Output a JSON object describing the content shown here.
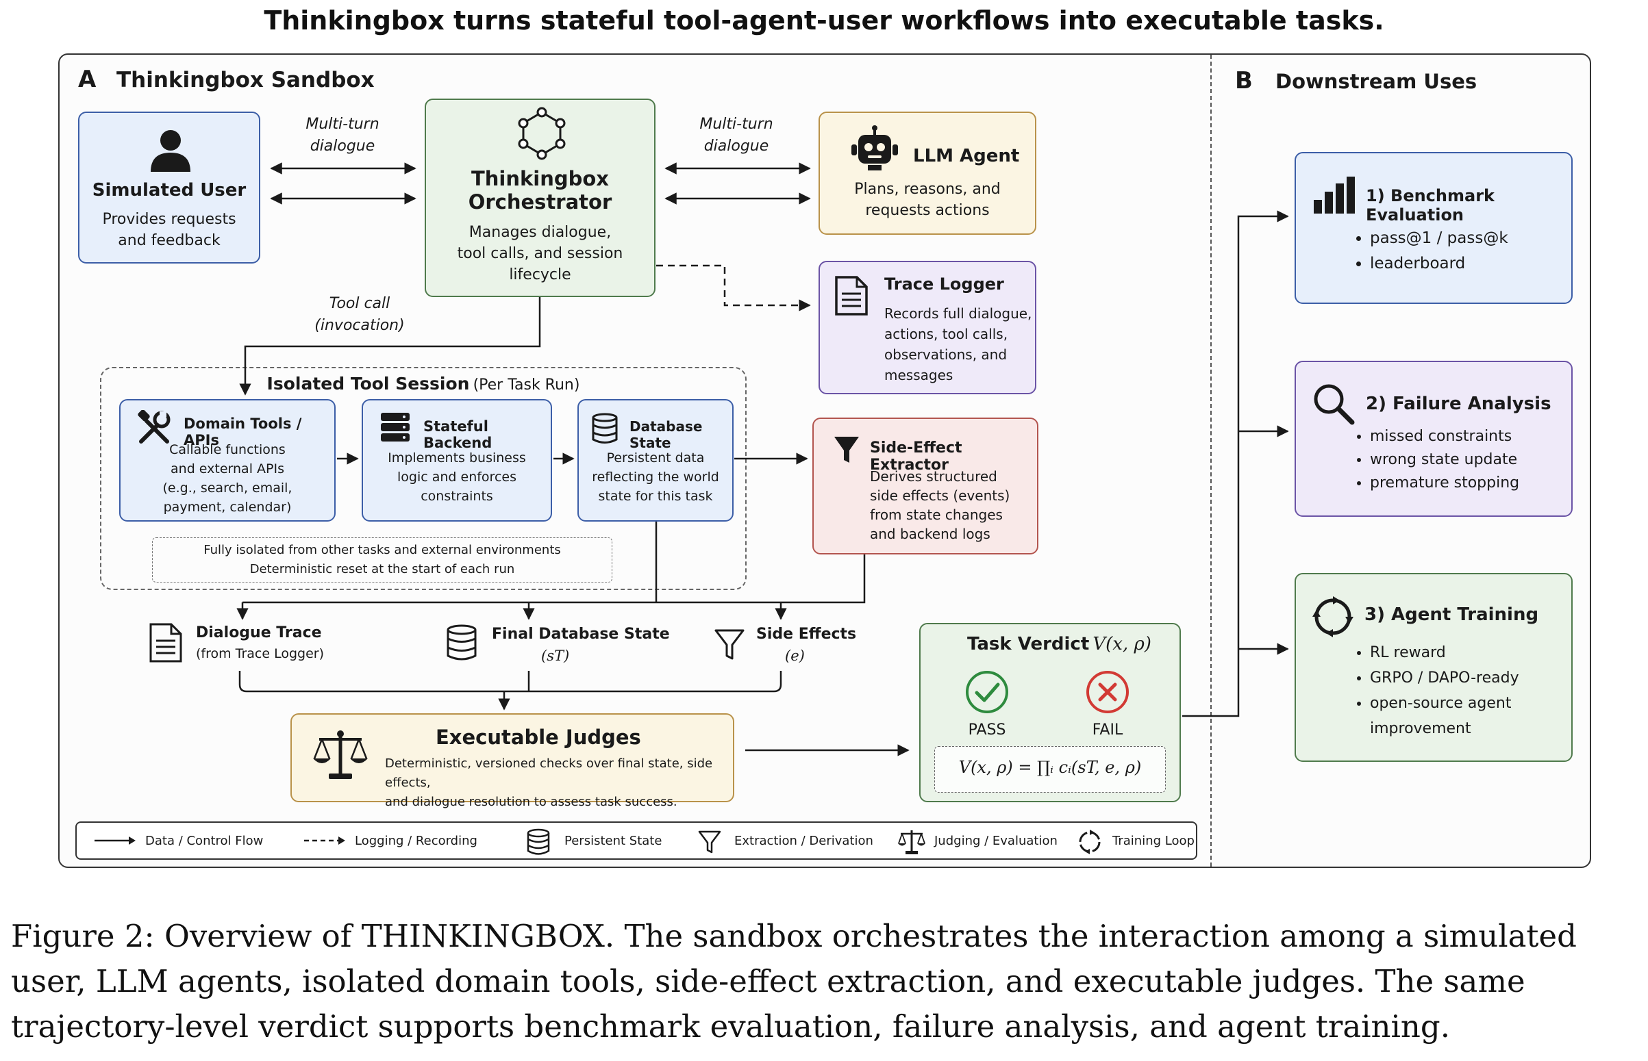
{
  "title": "Thinkingbox turns stateful tool-agent-user workflows into executable tasks.",
  "section_a": {
    "letter": "A",
    "title": "Thinkingbox Sandbox"
  },
  "section_b": {
    "letter": "B",
    "title": "Downstream Uses"
  },
  "edges": {
    "multi_turn_left": "Multi-turn\ndialogue",
    "multi_turn_right": "Multi-turn\ndialogue",
    "tool_call": "Tool call\n(invocation)"
  },
  "simulated_user": {
    "title": "Simulated User",
    "desc": "Provides requests\nand feedback"
  },
  "orchestrator": {
    "title": "Thinkingbox\nOrchestrator",
    "desc": "Manages dialogue,\ntool calls, and session\nlifecycle"
  },
  "llm_agent": {
    "title": "LLM Agent",
    "desc": "Plans, reasons, and\nrequests actions"
  },
  "trace_logger": {
    "title": "Trace Logger",
    "desc": "Records full dialogue,\nactions, tool calls,\nobservations, and\nmessages"
  },
  "tool_session": {
    "title": "Isolated Tool Session",
    "title_suffix": "(Per Task Run)",
    "note": "Fully isolated from other tasks and external environments\nDeterministic reset at the start of each run"
  },
  "domain_tools": {
    "title": "Domain Tools / APIs",
    "desc": "Callable functions\nand external APIs\n(e.g., search, email,\npayment, calendar)"
  },
  "stateful_backend": {
    "title": "Stateful Backend",
    "desc": "Implements business\nlogic and enforces\nconstraints"
  },
  "database_state": {
    "title": "Database State",
    "desc": "Persistent data\nreflecting the world\nstate for this task"
  },
  "side_effect_extractor": {
    "title": "Side-Effect Extractor",
    "desc": "Derives structured\nside effects (events)\nfrom state changes\nand backend logs"
  },
  "outputs": {
    "dialogue_trace": {
      "title": "Dialogue Trace",
      "sub": "(from Trace Logger)"
    },
    "final_db_state": {
      "title": "Final Database State",
      "sub": "(sT)"
    },
    "side_effects": {
      "title": "Side Effects",
      "sub": "(e)"
    }
  },
  "judges": {
    "title": "Executable Judges",
    "desc": "Deterministic, versioned checks over final state, side effects,\nand dialogue resolution to assess task success."
  },
  "verdict": {
    "title": "Task Verdict",
    "title_math": "V(x, ρ)",
    "pass": "PASS",
    "fail": "FAIL",
    "formula": "V(x, ρ) = ∏ᵢ cᵢ(sT, e, ρ)"
  },
  "uses": [
    {
      "title": "1) Benchmark Evaluation",
      "bullets": [
        "pass@1 / pass@k",
        "leaderboard"
      ]
    },
    {
      "title": "2) Failure Analysis",
      "bullets": [
        "missed constraints",
        "wrong state update",
        "premature stopping"
      ]
    },
    {
      "title": "3) Agent Training",
      "bullets": [
        "RL reward",
        "GRPO / DAPO-ready",
        "open-source agent improvement"
      ]
    }
  ],
  "legend": [
    "Data / Control Flow",
    "Logging / Recording",
    "Persistent State",
    "Extraction / Derivation",
    "Judging / Evaluation",
    "Training Loop"
  ],
  "caption": "Figure 2: Overview of THINKINGBOX. The sandbox orchestrates the interaction among a simulated user, LLM agents, isolated domain tools, side-effect extraction, and executable judges. The same trajectory-level verdict supports benchmark evaluation, failure analysis, and agent training.",
  "colors": {
    "blue": "#e7effb",
    "green": "#eaf3e8",
    "yellow": "#fbf5e3",
    "purple": "#efeaf9",
    "red": "#f9e9e8",
    "pass": "#2e8b3e",
    "fail": "#d23a34"
  }
}
